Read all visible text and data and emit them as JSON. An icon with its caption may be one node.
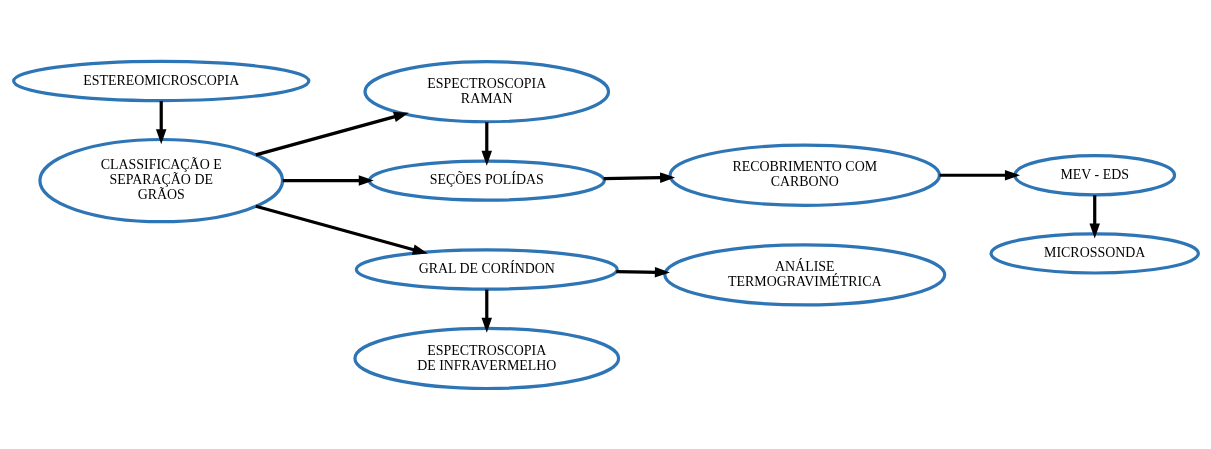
{
  "diagram": {
    "nodes": [
      {
        "text": [
          "ESTEREOMICROSCOPIA"
        ]
      },
      {
        "text": [
          "CLASSIFICAÇÃO E SEPARAÇÃO DE GRÃOS"
        ]
      },
      {
        "text": [
          "ESPECTROSCOPIA RAMAN"
        ]
      },
      {
        "text": [
          "SEÇÕES POLÍDAS"
        ]
      },
      {
        "text": [
          "RECOBRIMENTO COM CARBONO"
        ]
      },
      {
        "text": [
          "MEV - EDS"
        ]
      },
      {
        "text": [
          "GRAL DE CORÍNDON"
        ]
      },
      {
        "text": [
          "ANÁLISE TERMOGRAVIMÉTRICA"
        ]
      },
      {
        "text": [
          "ESPECTROSCOPIA DE INFRAVERMELHO"
        ]
      },
      {
        "text": [
          "MICROSSONDA"
        ]
      }
    ],
    "edges": [
      {
        "from": 0,
        "to": 1,
        "arrow": "to"
      },
      {
        "from": 1,
        "to": 2,
        "arrow": "to"
      },
      {
        "from": 1,
        "to": 3,
        "arrow": "to"
      },
      {
        "from": 1,
        "to": 6,
        "arrow": "to"
      },
      {
        "from": 2,
        "to": 3,
        "arrow": "to"
      },
      {
        "from": 3,
        "to": 4,
        "arrow": "to"
      },
      {
        "from": 4,
        "to": 5,
        "arrow": "to"
      },
      {
        "from": 5,
        "to": 9,
        "arrow": "to"
      },
      {
        "from": 6,
        "to": 7,
        "arrow": "to"
      },
      {
        "from": 6,
        "to": 8,
        "arrow": "to"
      }
    ]
  }
}
